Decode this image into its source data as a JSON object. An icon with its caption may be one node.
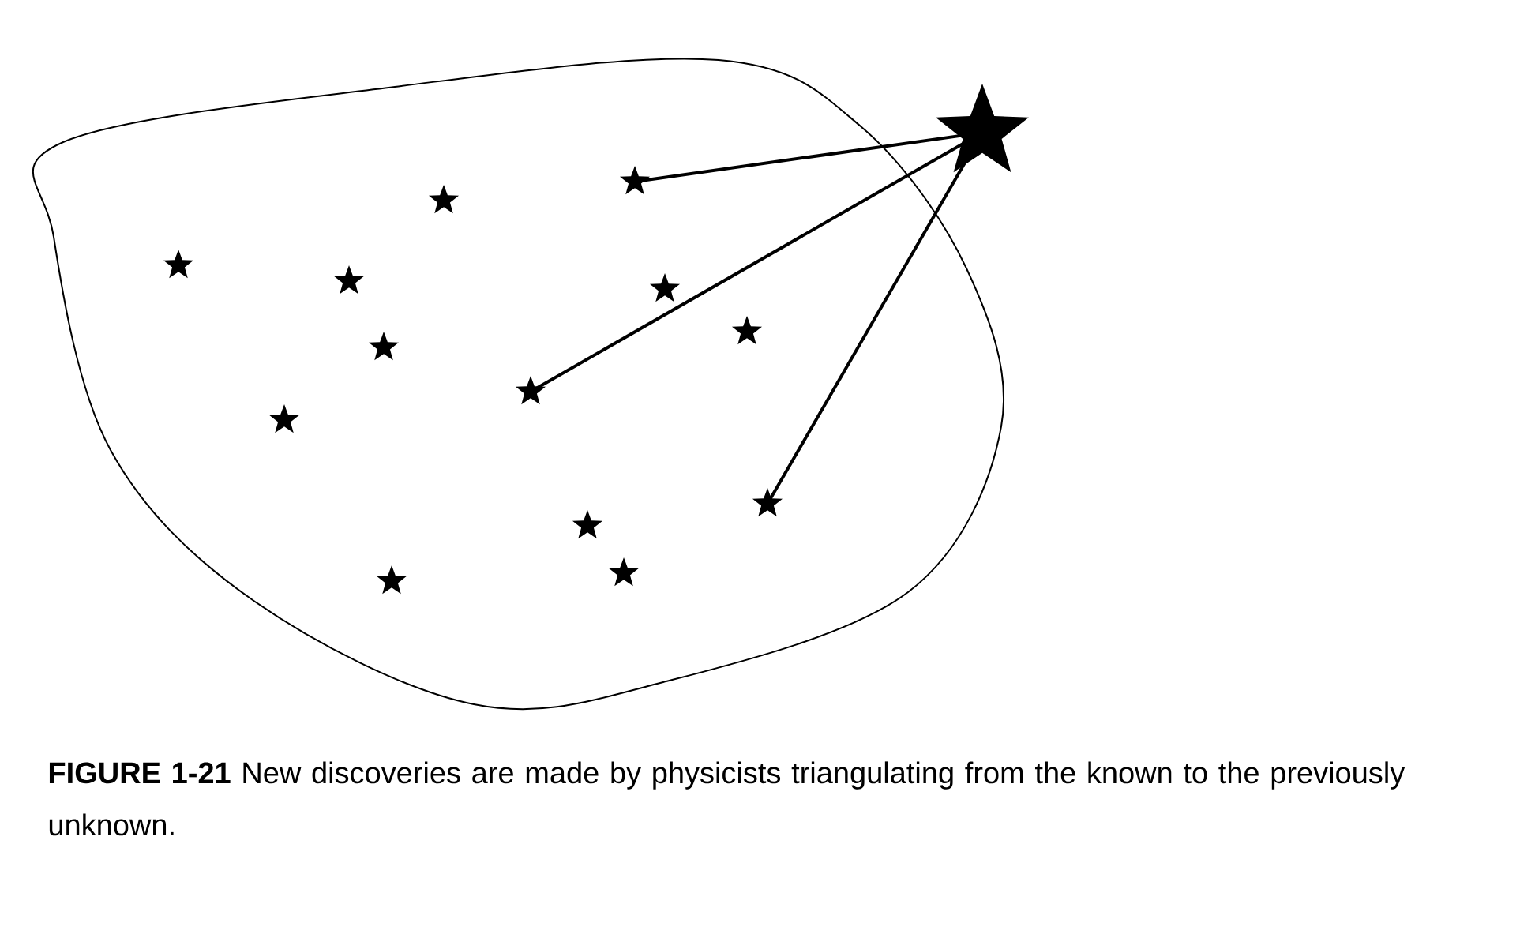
{
  "diagram": {
    "caption": "**FIGURE 1-21** New discoveries are made by physicists triangulating from the known to the previously unknown.",
    "nodes": [
      {
        "text": [],
        "shape": "cloud"
      },
      {
        "text": [],
        "shape": "star",
        "in": 0
      },
      {
        "text": [],
        "shape": "star",
        "in": 0
      },
      {
        "text": [],
        "shape": "star",
        "in": 0
      },
      {
        "text": [],
        "shape": "star",
        "in": 0
      },
      {
        "text": [],
        "shape": "star",
        "in": 0
      },
      {
        "text": [],
        "shape": "star",
        "in": 0
      },
      {
        "text": [],
        "shape": "star",
        "in": 0
      },
      {
        "text": [],
        "shape": "star",
        "in": 0
      },
      {
        "text": [],
        "shape": "star",
        "in": 0
      },
      {
        "text": [],
        "shape": "star",
        "in": 0
      },
      {
        "text": [],
        "shape": "star",
        "in": 0
      },
      {
        "text": [],
        "shape": "star",
        "in": 0
      },
      {
        "text": [],
        "shape": "star",
        "in": 0
      },
      {
        "text": [],
        "shape": "star"
      }
    ],
    "edges": [
      {
        "from": 10,
        "to": 14,
        "arrow": "none"
      },
      {
        "from": 7,
        "to": 14,
        "arrow": "none"
      },
      {
        "from": 13,
        "to": 14,
        "arrow": "none"
      }
    ]
  }
}
